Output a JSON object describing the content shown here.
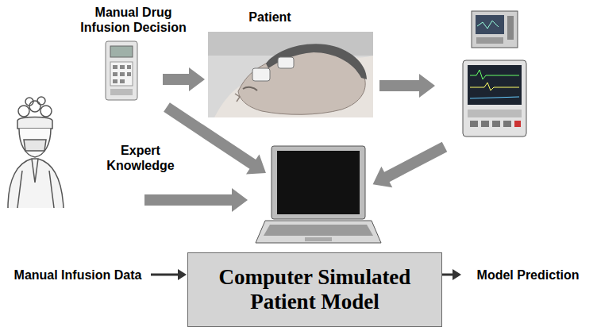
{
  "diagram": {
    "nodes": [
      {
        "text": [
          "Computer Simulated Patient Model"
        ]
      }
    ],
    "labels": [
      "Manual Drug Infusion Decision",
      "Patient",
      "Expert Knowledge",
      "Manual Infusion Data",
      "Model Prediction"
    ]
  }
}
